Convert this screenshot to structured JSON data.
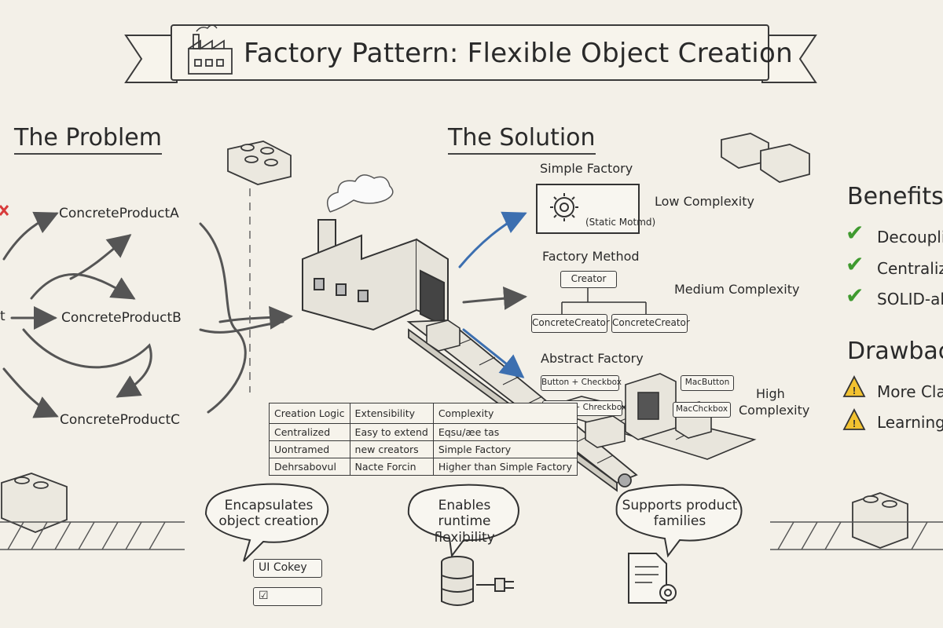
{
  "title": "Factory Pattern: Flexible Object Creation",
  "problem": {
    "heading": "The Problem",
    "client_label": "t",
    "products": [
      "ConcreteProductA",
      "ConcreteProductB",
      "ConcreteProductC"
    ]
  },
  "solution": {
    "heading": "The Solution",
    "simple_factory": {
      "name": "Simple Factory",
      "method": "(Static Motmd)",
      "complexity": "Low Complexity"
    },
    "factory_method": {
      "name": "Factory Method",
      "creator": "Creator",
      "concrete_creators": [
        "ConcreteCreator",
        "ConcreteCreator"
      ],
      "complexity": "Medium Complexity"
    },
    "abstract_factory": {
      "name": "Abstract Factory",
      "left_products": [
        "Button + Checkbox",
        "Button + Chreckbox"
      ],
      "right_products": [
        "MacButton",
        "MacChckbox"
      ],
      "complexity_line1": "High",
      "complexity_line2": "Complexity"
    }
  },
  "table": {
    "headers": [
      "Creation Logic",
      "Extensibility",
      "Complexity"
    ],
    "rows": [
      [
        "Centralized",
        "Easy to extend",
        "Eqsu/æe tas"
      ],
      [
        "Uontramed",
        "new creators",
        "Simple Factory"
      ],
      [
        "Dehrsabovul",
        "Nacte Forcin",
        "Higher than Simple Factory"
      ]
    ]
  },
  "benefits": {
    "heading": "Benefits",
    "items": [
      "Decouplin",
      "Centraliz",
      "SOLID-al"
    ]
  },
  "drawbacks": {
    "heading": "Drawbac",
    "items": [
      "More Cla",
      "Learning"
    ]
  },
  "bubbles": {
    "encapsulates": [
      "Encapsulates",
      "object creation"
    ],
    "runtime": [
      "Enables runtime",
      "flexibility"
    ],
    "families": [
      "Supports product",
      "families"
    ]
  },
  "ui_boxes": {
    "first": "UI Cokey",
    "second": "☑"
  },
  "colors": {
    "background": "#f3f0e8",
    "ink": "#2a2a2a",
    "blue_arrow": "#3c6fb0",
    "check_green": "#3f9a2f",
    "warning_yellow": "#f2c230",
    "cross_red": "#d83b3b"
  }
}
